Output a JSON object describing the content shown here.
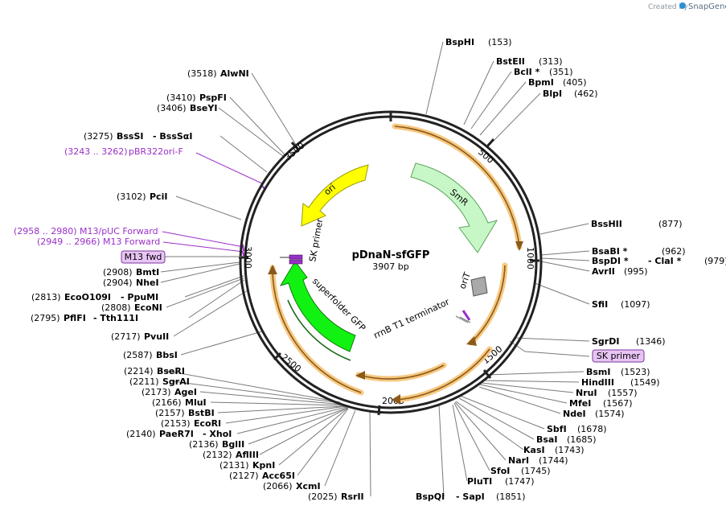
{
  "credit": {
    "prefix": "Created by",
    "brand": "SnapGene"
  },
  "plasmid": {
    "name": "pDnaN-sfGFP",
    "length_label": "3907 bp",
    "length": 3907
  },
  "ticks": [
    "500",
    "1000",
    "1500",
    "2000",
    "2500",
    "3000",
    "3500"
  ],
  "features": [
    {
      "label": "SmR",
      "color": "#c7f7c7"
    },
    {
      "label": "ori",
      "color": "#ffff00"
    },
    {
      "label": "superfolder GFP",
      "color": "#12f212"
    },
    {
      "label": "oriT",
      "color": "#a9a9a9"
    },
    {
      "label": "rrnB T1 terminator",
      "color": "#7a7a7a"
    },
    {
      "label": "SK primer",
      "color": "#9b2fc8"
    }
  ],
  "boxed_primers": [
    {
      "label": "M13 fwd"
    },
    {
      "label": "SK primer"
    }
  ],
  "primer_labels": [
    {
      "pos": "(3243 .. 3262)",
      "name": "pBR322ori-F"
    },
    {
      "pos": "(2958 .. 2980)",
      "name": "M13/pUC Forward"
    },
    {
      "pos": "(2949 .. 2966)",
      "name": "M13 Forward"
    }
  ],
  "sites_left": [
    {
      "pos": "(3518)",
      "name": "AlwNI"
    },
    {
      "pos": "(3410)",
      "name": "PspFI"
    },
    {
      "pos": "(3406)",
      "name": "BseYI"
    },
    {
      "pos": "(3275)",
      "name": "BssSI",
      "extra": "- BssSαI"
    },
    {
      "pos": "(3102)",
      "name": "PciI"
    },
    {
      "pos": "(2908)",
      "name": "BmtI"
    },
    {
      "pos": "(2904)",
      "name": "NheI"
    },
    {
      "pos": "(2813)",
      "name": "EcoO109I",
      "extra": "- PpuMI"
    },
    {
      "pos": "(2808)",
      "name": "EcoNI"
    },
    {
      "pos": "(2795)",
      "name": "PflFI",
      "extra": "- Tth111I"
    },
    {
      "pos": "(2717)",
      "name": "PvuII"
    },
    {
      "pos": "(2587)",
      "name": "BbsI"
    },
    {
      "pos": "(2214)",
      "name": "BseRI"
    },
    {
      "pos": "(2211)",
      "name": "SgrAI"
    },
    {
      "pos": "(2173)",
      "name": "AgeI"
    },
    {
      "pos": "(2166)",
      "name": "MluI"
    },
    {
      "pos": "(2157)",
      "name": "BstBI"
    },
    {
      "pos": "(2153)",
      "name": "EcoRI"
    },
    {
      "pos": "(2140)",
      "name": "PaeR7I",
      "extra": "- XhoI"
    },
    {
      "pos": "(2136)",
      "name": "BglII"
    },
    {
      "pos": "(2132)",
      "name": "AflIII"
    },
    {
      "pos": "(2131)",
      "name": "KpnI"
    },
    {
      "pos": "(2127)",
      "name": "Acc65I"
    },
    {
      "pos": "(2066)",
      "name": "XcmI"
    },
    {
      "pos": "(2025)",
      "name": "RsrII"
    }
  ],
  "sites_right": [
    {
      "name": "BspHI",
      "pos": "(153)"
    },
    {
      "name": "BstEII",
      "pos": "(313)"
    },
    {
      "name": "BclI *",
      "pos": "(351)"
    },
    {
      "name": "BpmI",
      "pos": "(405)"
    },
    {
      "name": "BlpI",
      "pos": "(462)"
    },
    {
      "name": "BssHII",
      "pos": "(877)"
    },
    {
      "name": "BsaBI *",
      "pos": "(962)"
    },
    {
      "name": "BspDI *",
      "extra": "- ClaI *",
      "pos": "(979)"
    },
    {
      "name": "AvrII",
      "pos": "(995)"
    },
    {
      "name": "SfiI",
      "pos": "(1097)"
    },
    {
      "name": "SgrDI",
      "pos": "(1346)"
    },
    {
      "name": "BsmI",
      "pos": "(1523)"
    },
    {
      "name": "HindIII",
      "pos": "(1549)"
    },
    {
      "name": "NruI",
      "pos": "(1557)"
    },
    {
      "name": "MfeI",
      "pos": "(1567)"
    },
    {
      "name": "NdeI",
      "pos": "(1574)"
    },
    {
      "name": "SbfI",
      "pos": "(1678)"
    },
    {
      "name": "BsaI",
      "pos": "(1685)"
    },
    {
      "name": "KasI",
      "pos": "(1743)"
    },
    {
      "name": "NarI",
      "pos": "(1744)"
    },
    {
      "name": "SfoI",
      "pos": "(1745)"
    },
    {
      "name": "PluTI",
      "pos": "(1747)"
    },
    {
      "name": "BspQI",
      "extra": "- SapI",
      "pos": "(1851)"
    }
  ]
}
